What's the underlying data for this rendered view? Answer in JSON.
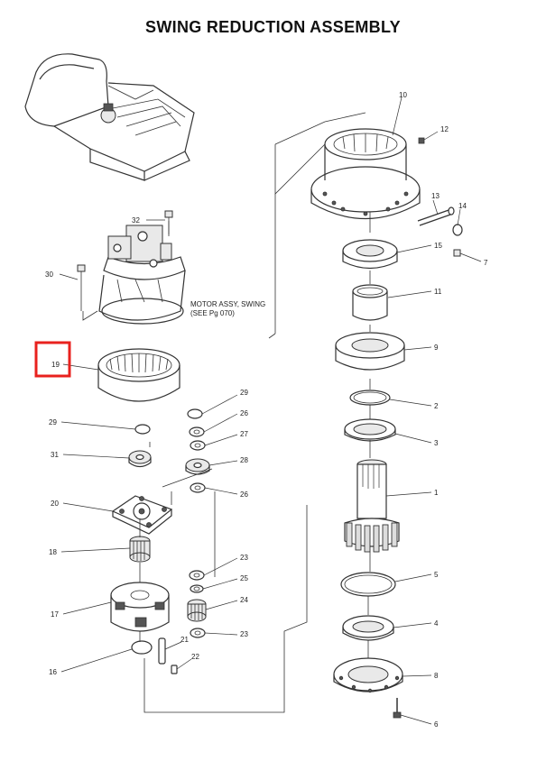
{
  "title": "SWING REDUCTION ASSEMBLY",
  "note": {
    "line1": "MOTOR ASSY, SWING",
    "line2": "(SEE Pg  070)"
  },
  "callouts": {
    "c1": "1",
    "c2": "2",
    "c3": "3",
    "c4": "4",
    "c5": "5",
    "c6": "6",
    "c7": "7",
    "c8": "8",
    "c9": "9",
    "c10": "10",
    "c11": "11",
    "c12": "12",
    "c13": "13",
    "c14": "14",
    "c15": "15",
    "c16": "16",
    "c17": "17",
    "c18": "18",
    "c19": "19",
    "c20": "20",
    "c21": "21",
    "c22": "22",
    "c23a": "23",
    "c23b": "23",
    "c24": "24",
    "c25": "25",
    "c26a": "26",
    "c26b": "26",
    "c27": "27",
    "c28": "28",
    "c29a": "29",
    "c29b": "29",
    "c30": "30",
    "c31": "31",
    "c32": "32"
  },
  "highlight": {
    "label": "19",
    "color": "#e8211e"
  }
}
